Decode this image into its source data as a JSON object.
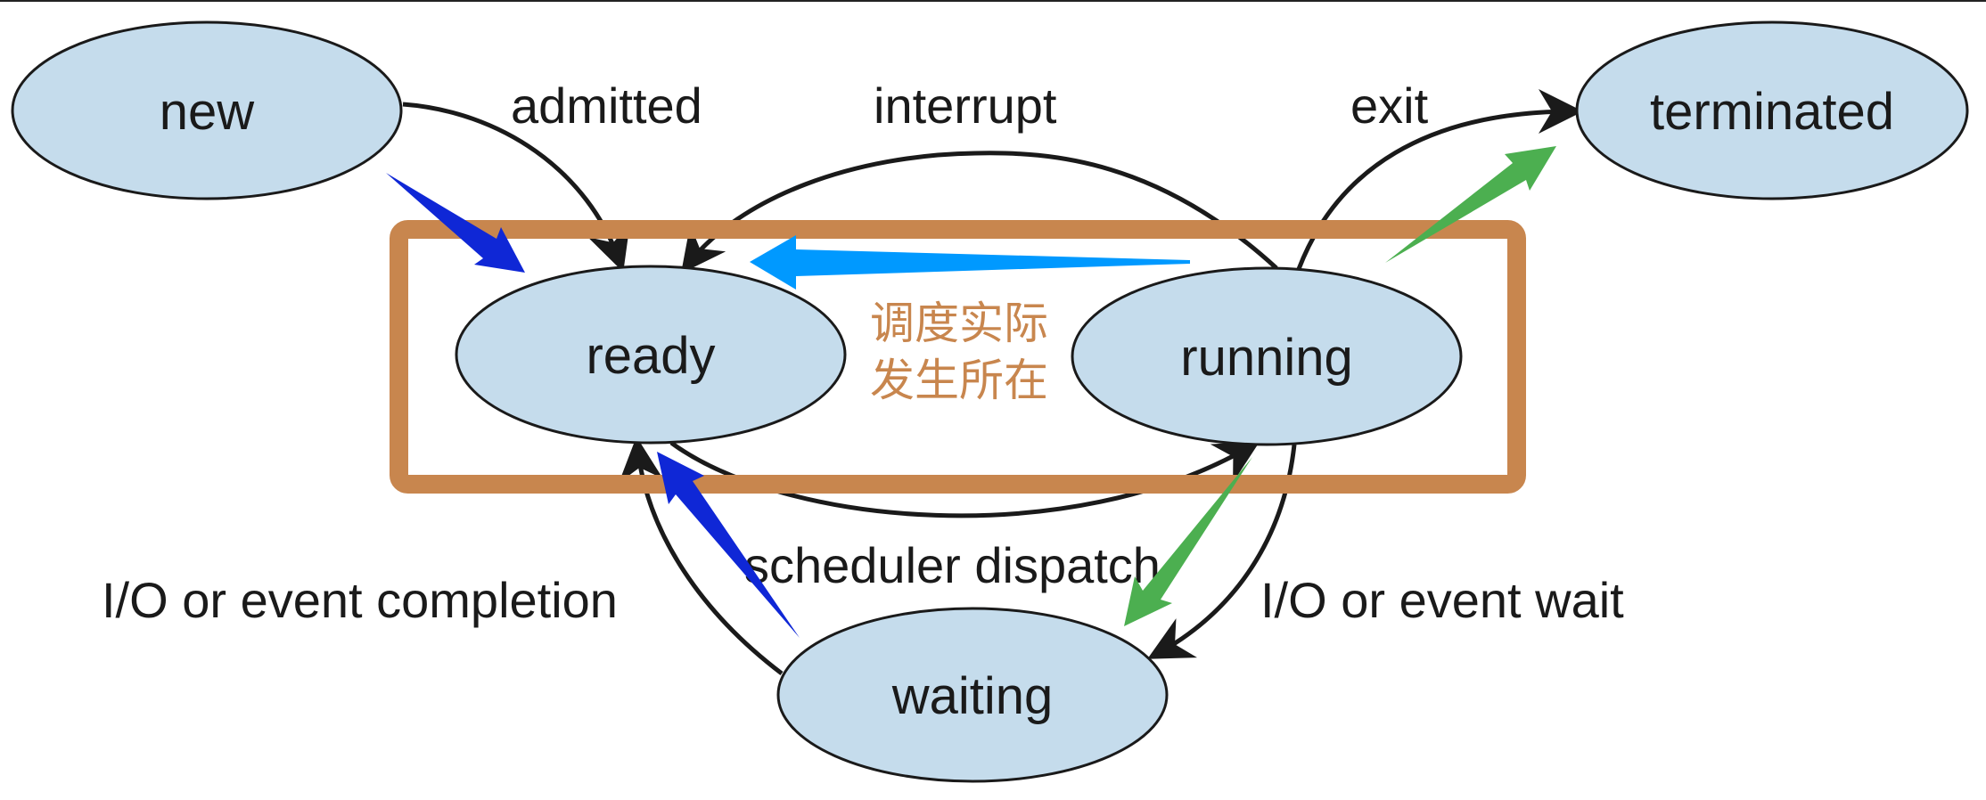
{
  "diagram": {
    "title": "Process state transition diagram",
    "colors": {
      "state_fill": "#c5dcec",
      "state_stroke": "#1a1a1a",
      "edge": "#1a1a1a",
      "highlight_box": "#c8864e",
      "note_text": "#c8864e",
      "arrow_blue": "#0f27d6",
      "arrow_cyan": "#0099ff",
      "arrow_green": "#4caf50"
    },
    "states": [
      {
        "id": "new",
        "label": "new"
      },
      {
        "id": "ready",
        "label": "ready"
      },
      {
        "id": "running",
        "label": "running"
      },
      {
        "id": "waiting",
        "label": "waiting"
      },
      {
        "id": "terminated",
        "label": "terminated"
      }
    ],
    "transitions": [
      {
        "id": "admitted",
        "from": "new",
        "to": "ready",
        "label": "admitted"
      },
      {
        "id": "interrupt",
        "from": "running",
        "to": "ready",
        "label": "interrupt"
      },
      {
        "id": "exit",
        "from": "running",
        "to": "terminated",
        "label": "exit"
      },
      {
        "id": "scheduler-dispatch",
        "from": "ready",
        "to": "running",
        "label": "scheduler dispatch"
      },
      {
        "id": "io-event-wait",
        "from": "running",
        "to": "waiting",
        "label": "I/O or event wait"
      },
      {
        "id": "io-event-completion",
        "from": "waiting",
        "to": "ready",
        "label": "I/O or event completion"
      }
    ],
    "annotation": {
      "line1": "调度实际",
      "line2": "发生所在"
    },
    "highlight_arrows": [
      {
        "id": "new-to-ready",
        "color": "blue"
      },
      {
        "id": "running-to-ready",
        "color": "cyan"
      },
      {
        "id": "running-to-terminated",
        "color": "green"
      },
      {
        "id": "running-to-waiting",
        "color": "green"
      },
      {
        "id": "waiting-to-ready",
        "color": "blue"
      }
    ]
  }
}
